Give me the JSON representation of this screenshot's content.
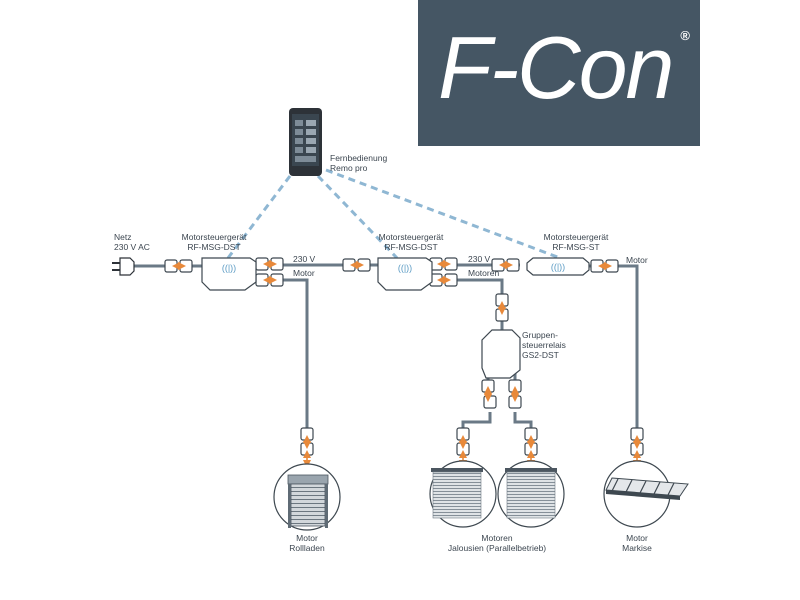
{
  "logo": {
    "text": "F-Con",
    "registered": "®"
  },
  "remote": {
    "label_line1": "Fernbedienung",
    "label_line2": "Remo pro"
  },
  "power": {
    "label_line1": "Netz",
    "label_line2": "230 V AC"
  },
  "controllers": [
    {
      "line1": "Motorsteuergerät",
      "line2": "RF-MSG-DST"
    },
    {
      "line1": "Motorsteuergerät",
      "line2": "RF-MSG-DST"
    },
    {
      "line1": "Motorsteuergerät",
      "line2": "RF-MSG-ST"
    }
  ],
  "cable_labels": {
    "c1_power": "230 V",
    "c1_motor": "Motor",
    "c2_power": "230 V",
    "c2_motor": "Motoren",
    "c3_motor": "Motor"
  },
  "relay": {
    "line1": "Gruppen-",
    "line2": "steuerrelais",
    "line3": "GS2-DST"
  },
  "motors": [
    {
      "line1": "Motor",
      "line2": "Rollladen"
    },
    {
      "line1": "Motoren",
      "line2": "Jalousien (Parallelbetrieb)"
    },
    {
      "line1": "Motor",
      "line2": "Markise"
    }
  ],
  "colors": {
    "cable": "#6a7986",
    "radio_dashed": "#8fb7d3",
    "connector_arrow": "#e8893a",
    "logo_bg": "#455664"
  },
  "icons": [
    "remote-control-icon",
    "power-plug-icon",
    "radio-wave-icon",
    "roller-shutter-icon",
    "venetian-blind-icon",
    "awning-icon"
  ]
}
